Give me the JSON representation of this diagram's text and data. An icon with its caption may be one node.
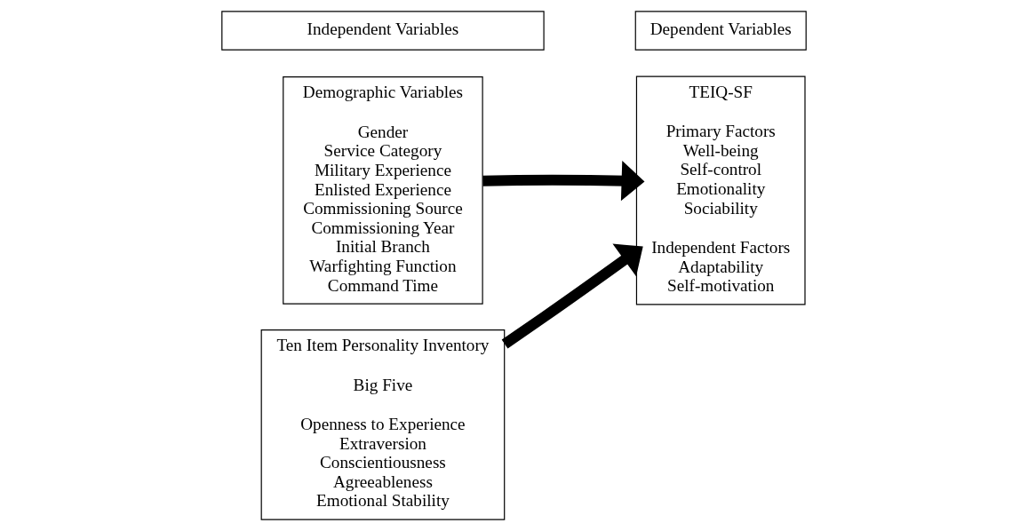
{
  "diagram": {
    "nodes": [
      {
        "text": [
          "Independent Variables"
        ]
      },
      {
        "text": [
          "Dependent Variables"
        ]
      },
      {
        "text": [
          "Demographic Variables",
          "Gender",
          "Service Category",
          "Military Experience",
          "Enlisted Experience",
          "Commissioning Source",
          "Commissioning Year",
          "Initial Branch",
          "Warfighting Function",
          "Command Time"
        ]
      },
      {
        "text": [
          "Ten Item Personality Inventory",
          "Big Five",
          "Openness to Experience",
          "Extraversion",
          "Conscientiousness",
          "Agreeableness",
          "Emotional Stability"
        ]
      },
      {
        "text": [
          "TEIQ-SF",
          "Primary Factors",
          "Well-being",
          "Self-control",
          "Emotionality",
          "Sociability",
          "Independent Factors",
          "Adaptability",
          "Self-motivation"
        ]
      }
    ],
    "edges": [
      {
        "from": 2,
        "to": 4,
        "arrow": "to"
      },
      {
        "from": 3,
        "to": 4,
        "arrow": "to"
      }
    ]
  }
}
